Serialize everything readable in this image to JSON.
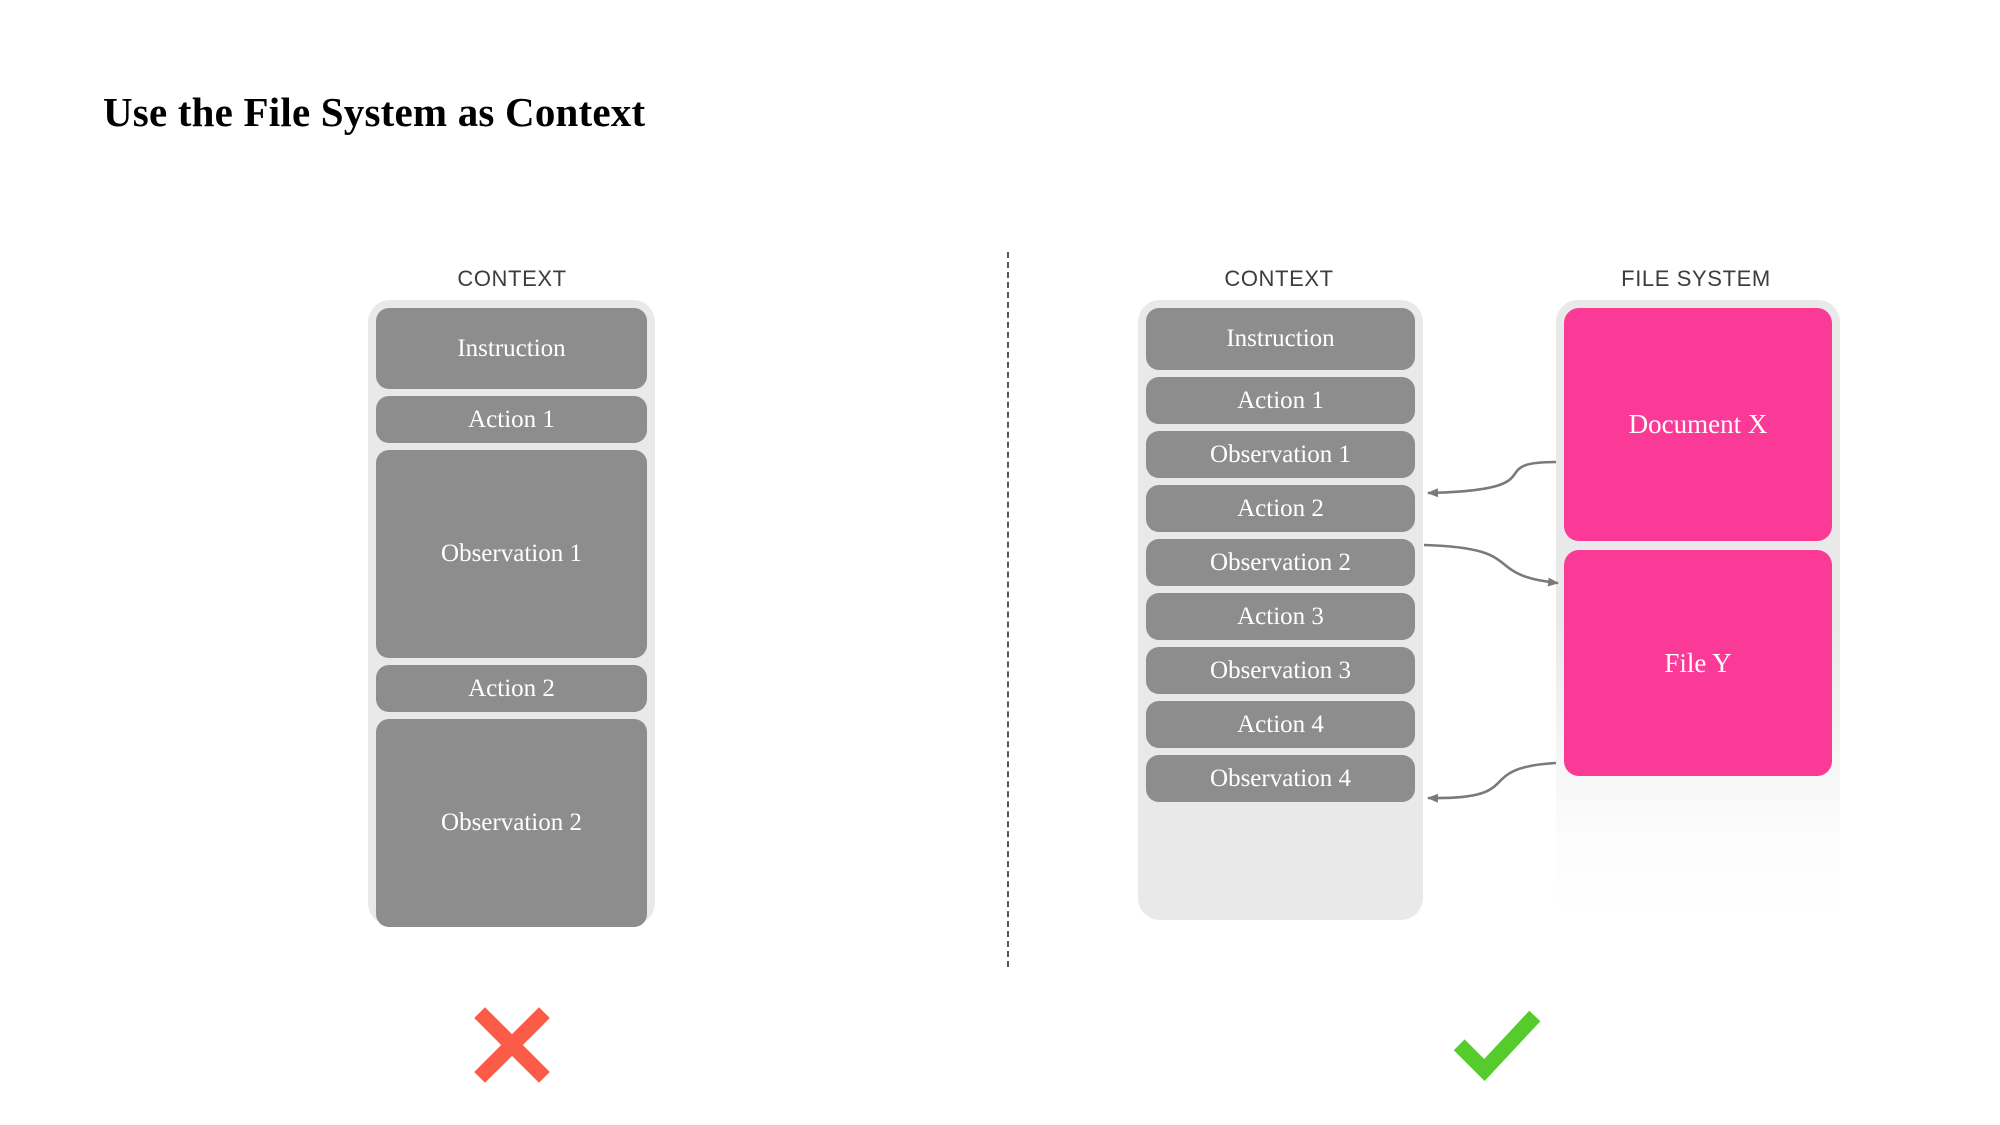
{
  "slide": {
    "title": "Use the File System as Context"
  },
  "divider": {
    "style": "dashed-vertical",
    "color": "#575757"
  },
  "colors": {
    "context_container": "#e9e9e9",
    "context_block": "#8d8d8d",
    "file_block_pink": "#fb3996",
    "cross_red": "#fc5b47",
    "check_green": "#55cc2b",
    "label_gray": "#3d3d3d",
    "arrow_gray": "#7a7a7a"
  },
  "left_panel": {
    "label": "CONTEXT",
    "verdict": "cross",
    "verdict_name": "red-cross-mark",
    "blocks": [
      {
        "label": "Instruction",
        "size": "medium"
      },
      {
        "label": "Action 1",
        "size": "small"
      },
      {
        "label": "Observation 1",
        "size": "large"
      },
      {
        "label": "Action 2",
        "size": "small"
      },
      {
        "label": "Observation 2",
        "size": "large"
      }
    ]
  },
  "right_panel": {
    "context": {
      "label": "CONTEXT",
      "blocks": [
        {
          "label": "Instruction",
          "size": "medium"
        },
        {
          "label": "Action 1",
          "size": "small"
        },
        {
          "label": "Observation 1",
          "size": "small"
        },
        {
          "label": "Action 2",
          "size": "small"
        },
        {
          "label": "Observation 2",
          "size": "small"
        },
        {
          "label": "Action 3",
          "size": "small"
        },
        {
          "label": "Observation 3",
          "size": "small"
        },
        {
          "label": "Action 4",
          "size": "small"
        },
        {
          "label": "Observation 4",
          "size": "small"
        }
      ]
    },
    "file_system": {
      "label": "FILE SYSTEM",
      "files": [
        {
          "label": "Document X"
        },
        {
          "label": "File Y"
        }
      ]
    },
    "verdict": "check",
    "verdict_name": "green-check-mark"
  },
  "arrows": [
    {
      "from": "Document X",
      "to": "Observation 1",
      "direction": "left"
    },
    {
      "from": "Action 2",
      "to": "File Y",
      "direction": "right"
    },
    {
      "from": "File Y",
      "to": "Action 4",
      "direction": "left"
    }
  ]
}
